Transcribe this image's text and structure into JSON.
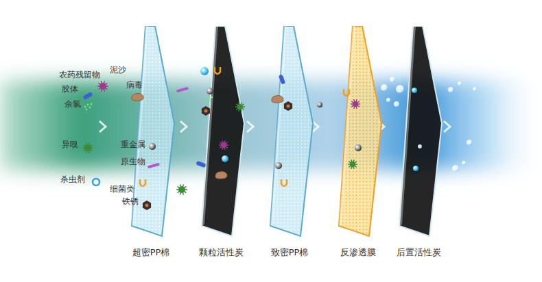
{
  "diagram": {
    "nodes": [
      {
        "text": [
          "超密PP棉"
        ]
      },
      {
        "text": [
          "颗粒活性炭"
        ]
      },
      {
        "text": [
          "致密PP棉"
        ]
      },
      {
        "text": [
          "反渗透膜"
        ]
      },
      {
        "text": [
          "后置活性炭"
        ]
      }
    ],
    "labels": [
      "农药残留物",
      "泥沙",
      "胶体",
      "病毒",
      "余氯",
      "异嗅",
      "重金属",
      "原生物",
      "杀虫剂",
      "细菌类",
      "铁锈"
    ]
  }
}
